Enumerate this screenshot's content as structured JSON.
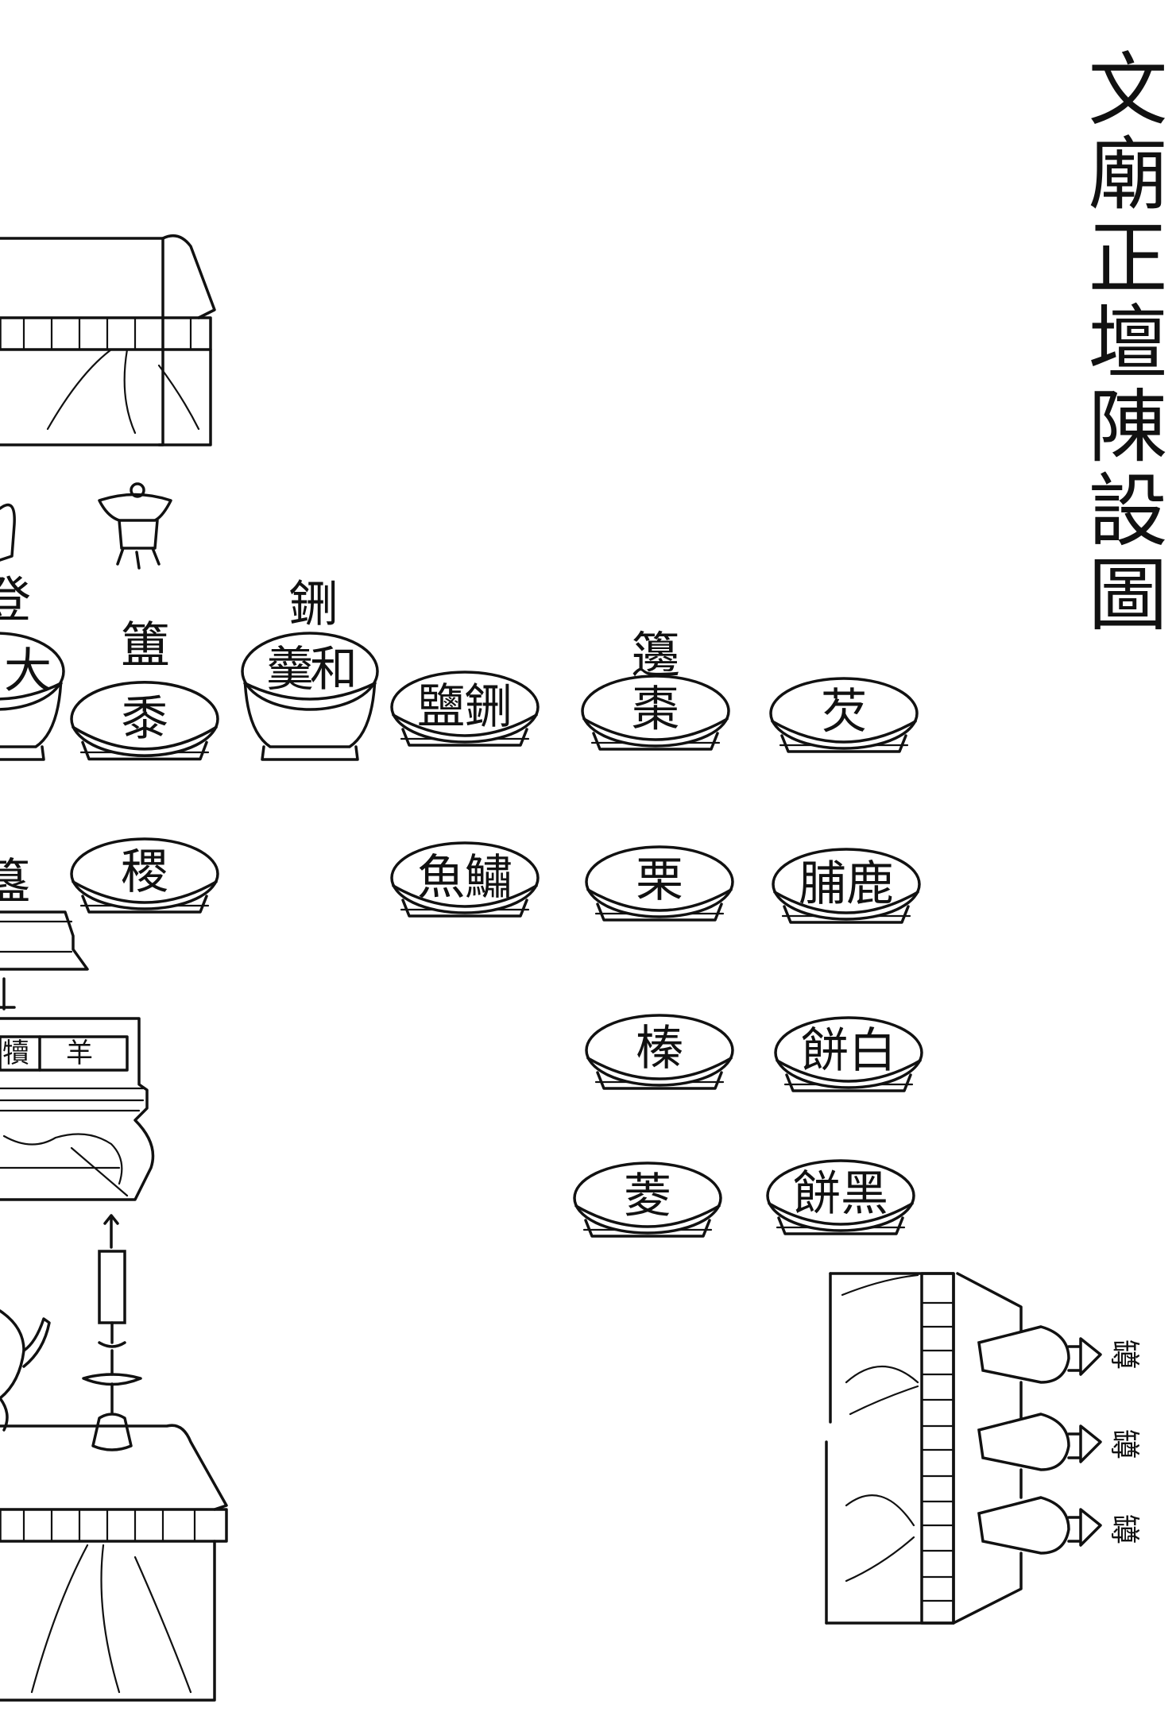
{
  "title": "文廟正壇陳設圖",
  "vessel_labels": {
    "deng_partial": "登",
    "fu": "簠",
    "xing": "鉶",
    "bian": "籩",
    "gui_partial": "簋",
    "zun": [
      "罇",
      "罇",
      "罇"
    ]
  },
  "dishes": {
    "da_geng": "大",
    "shu": "黍",
    "ji": "稷",
    "he_geng": [
      "羹",
      "和"
    ],
    "xing_yan": [
      "鹽",
      "鉶"
    ],
    "su_yu": [
      "魚",
      "鱐"
    ],
    "zao": "棗",
    "li": "栗",
    "zhen": "榛",
    "ling": "菱",
    "qian": "芡",
    "lu_fu": [
      "脯",
      "鹿"
    ],
    "bai_bing": [
      "餅",
      "白"
    ],
    "hei_bing": [
      "餅",
      "黑"
    ]
  },
  "altar_table_labels": [
    "犢",
    "羊"
  ]
}
